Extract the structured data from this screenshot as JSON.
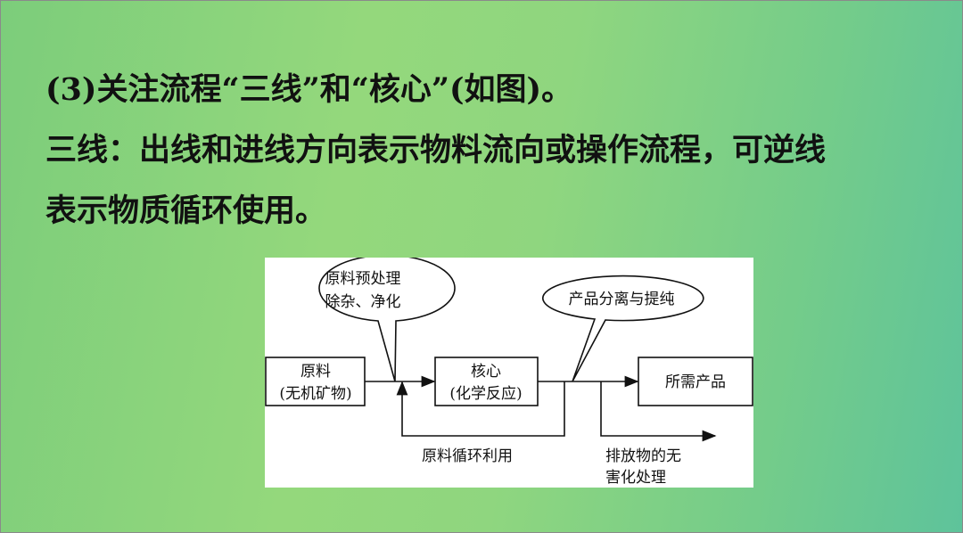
{
  "slide": {
    "lines": [
      "(3)关注流程“三线”和“核心”(如图)。",
      "三线：出线和进线方向表示物料流向或操作流程，可逆线",
      "表示物质循环使用。"
    ]
  },
  "diagram": {
    "bubble_pretreat": [
      "原料预处理",
      "除杂、净化"
    ],
    "bubble_separate": "产品分离与提纯",
    "box_raw": [
      "原料",
      "(无机矿物)"
    ],
    "box_core": [
      "核心",
      "(化学反应)"
    ],
    "box_product": "所需产品",
    "recycle_label": "原料循环利用",
    "waste_label": [
      "排放物的无",
      "害化处理"
    ]
  }
}
